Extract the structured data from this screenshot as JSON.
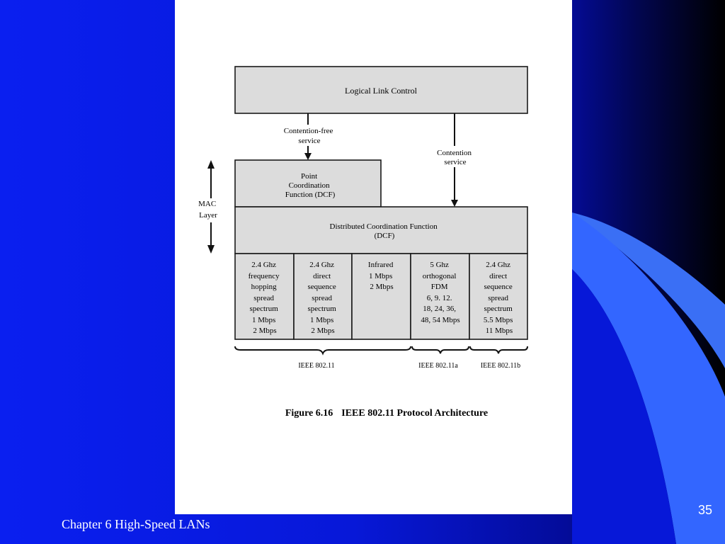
{
  "slide": {
    "footer": "Chapter 6 High-Speed LANs",
    "page_number": "35"
  },
  "diagram": {
    "llc": "Logical Link Control",
    "contention_free": [
      "Contention-free",
      "service"
    ],
    "contention": [
      "Contention",
      "service"
    ],
    "pcf": [
      "Point",
      "Coordination",
      "Function (DCF)"
    ],
    "mac_layer": [
      "MAC",
      "Layer"
    ],
    "dcf": [
      "Distributed Coordination Function",
      "(DCF)"
    ],
    "phy": [
      [
        "2.4 Ghz",
        "frequency",
        "hopping",
        "spread",
        "spectrum",
        "1 Mbps",
        "2 Mbps"
      ],
      [
        "2.4 Ghz",
        "direct",
        "sequence",
        "spread",
        "spectrum",
        "1 Mbps",
        "2 Mbps"
      ],
      [
        "Infrared",
        "1 Mbps",
        "2 Mbps"
      ],
      [
        "5 Ghz",
        "orthogonal",
        "FDM",
        "6, 9. 12.",
        "18, 24, 36,",
        "48, 54 Mbps"
      ],
      [
        "2.4 Ghz",
        "direct",
        "sequence",
        "spread",
        "spectrum",
        "5.5 Mbps",
        "11 Mbps"
      ]
    ],
    "standards": [
      "IEEE 802.11",
      "IEEE 802.11a",
      "IEEE 802.11b"
    ],
    "caption_number": "Figure 6.16",
    "caption_title": "IEEE 802.11 Protocol Architecture"
  }
}
